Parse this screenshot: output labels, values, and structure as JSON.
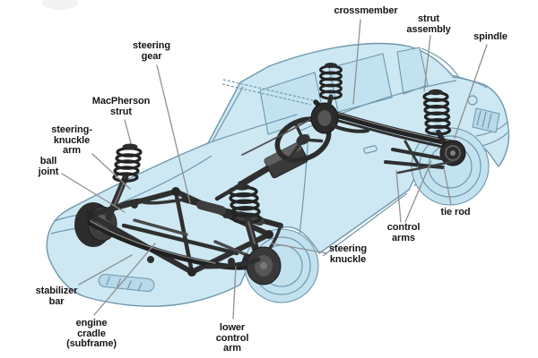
{
  "figure": {
    "type": "labeled-diagram",
    "subject": "Car front and rear suspension and steering system cutaway diagram",
    "colors": {
      "background": "#ffffff",
      "body_fill": "#cde8f3",
      "body_line": "#6f97ad",
      "body_shade": "#b7d9e9",
      "glass": "#c3e2f0",
      "part_dark": "#2b2b2b",
      "part_mid": "#555555",
      "leader_line": "#8f8f8f",
      "label_text": "#161616",
      "blob": "#f2f2f2"
    },
    "labels": [
      {
        "id": "crossmember",
        "lines": [
          "crossmember"
        ]
      },
      {
        "id": "strut-assembly",
        "lines": [
          "strut",
          "assembly"
        ]
      },
      {
        "id": "spindle",
        "lines": [
          "spindle"
        ]
      },
      {
        "id": "steering-gear",
        "lines": [
          "steering",
          "gear"
        ]
      },
      {
        "id": "macpherson-strut",
        "lines": [
          "MacPherson",
          "strut"
        ]
      },
      {
        "id": "steering-knuckle-arm",
        "lines": [
          "steering-",
          "knuckle",
          "arm"
        ]
      },
      {
        "id": "ball-joint",
        "lines": [
          "ball",
          "joint"
        ]
      },
      {
        "id": "stabilizer-bar",
        "lines": [
          "stabilizer",
          "bar"
        ]
      },
      {
        "id": "engine-cradle",
        "lines": [
          "engine",
          "cradle",
          "(subframe)"
        ]
      },
      {
        "id": "lower-control-arm",
        "lines": [
          "lower",
          "control",
          "arm"
        ]
      },
      {
        "id": "steering-knuckle",
        "lines": [
          "steering",
          "knuckle"
        ]
      },
      {
        "id": "control-arms",
        "lines": [
          "control",
          "arms"
        ]
      },
      {
        "id": "tie-rod",
        "lines": [
          "tie rod"
        ]
      }
    ]
  }
}
